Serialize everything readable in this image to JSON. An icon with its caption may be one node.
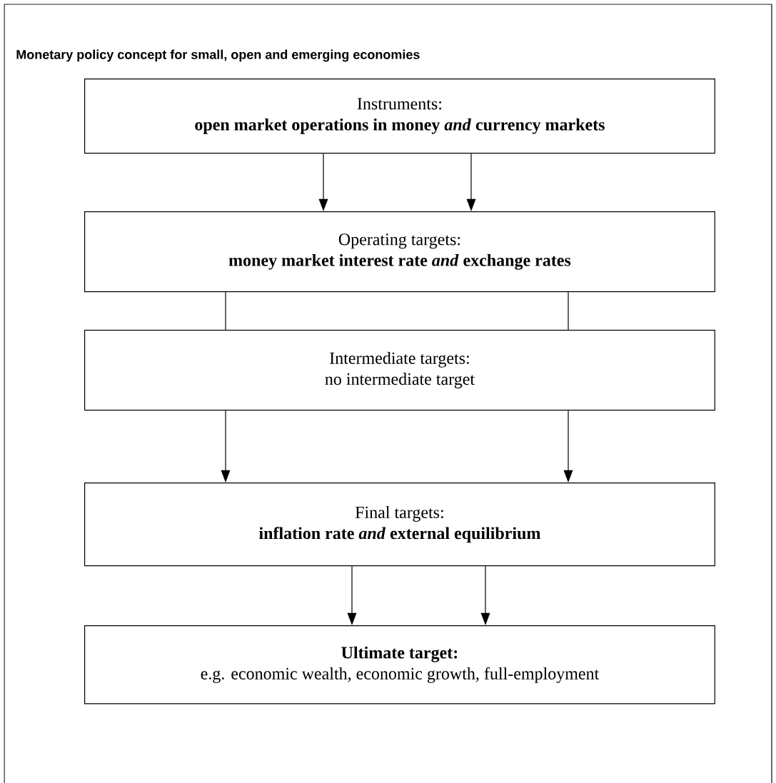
{
  "diagram": {
    "title": "Monetary policy concept for small, open and emerging economies",
    "nodes": [
      {
        "text": [
          "Instruments:",
          "open market operations in money *and* currency markets"
        ]
      },
      {
        "text": [
          "Operating targets:",
          "money market interest rate *and* exchange rates"
        ]
      },
      {
        "text": [
          "Intermediate targets:",
          "no intermediate target"
        ]
      },
      {
        "text": [
          "Final targets:",
          "inflation rate *and* external equilibrium"
        ]
      },
      {
        "text": [
          "Ultimate target:",
          "e.g. economic wealth, economic growth, full-employment"
        ]
      }
    ],
    "edges": [
      {
        "from": 0,
        "to": 1,
        "arrow": "to"
      },
      {
        "from": 0,
        "to": 1,
        "arrow": "to"
      },
      {
        "from": 1,
        "to": 2,
        "arrow": "none"
      },
      {
        "from": 1,
        "to": 2,
        "arrow": "none"
      },
      {
        "from": 2,
        "to": 3,
        "arrow": "to"
      },
      {
        "from": 2,
        "to": 3,
        "arrow": "to"
      },
      {
        "from": 3,
        "to": 4,
        "arrow": "to"
      },
      {
        "from": 3,
        "to": 4,
        "arrow": "to"
      }
    ]
  }
}
